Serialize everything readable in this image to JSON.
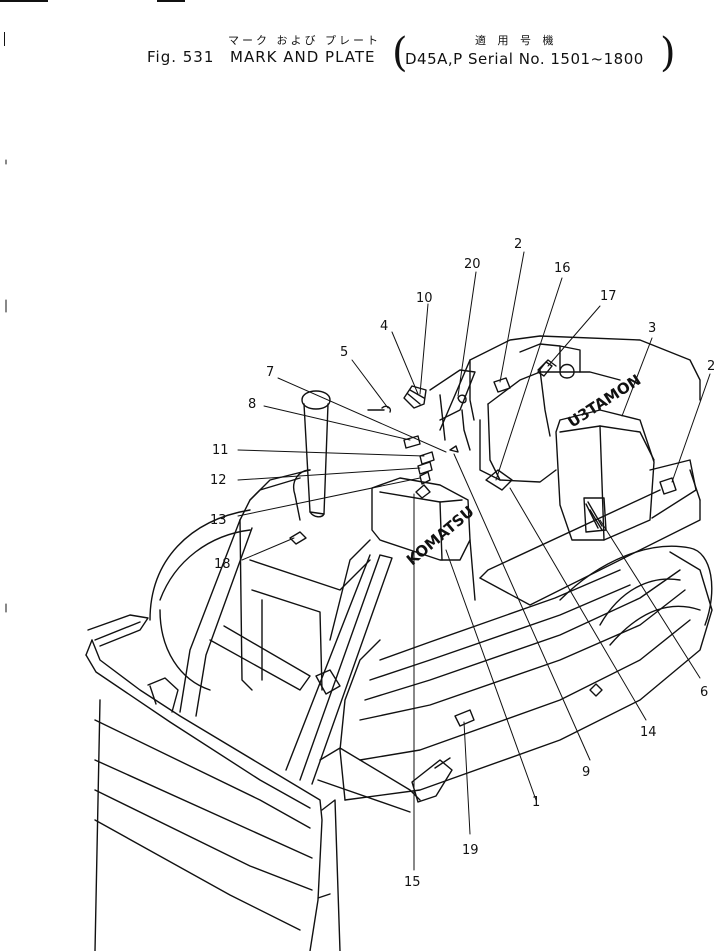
{
  "header": {
    "title_jp": "マーク および プレート",
    "fig_label": "Fig. 531",
    "title": "MARK AND PLATE",
    "serial_jp": "適 用 号 機",
    "serial": "D45A,P Serial No. 1501~1800"
  },
  "decals": {
    "komatsu": "KOMATSU",
    "utamon": "U3TAMON"
  },
  "callouts": [
    "1",
    "2",
    "2",
    "3",
    "4",
    "5",
    "6",
    "7",
    "8",
    "9",
    "10",
    "11",
    "12",
    "13",
    "14",
    "15",
    "16",
    "17",
    "18",
    "19",
    "20"
  ]
}
